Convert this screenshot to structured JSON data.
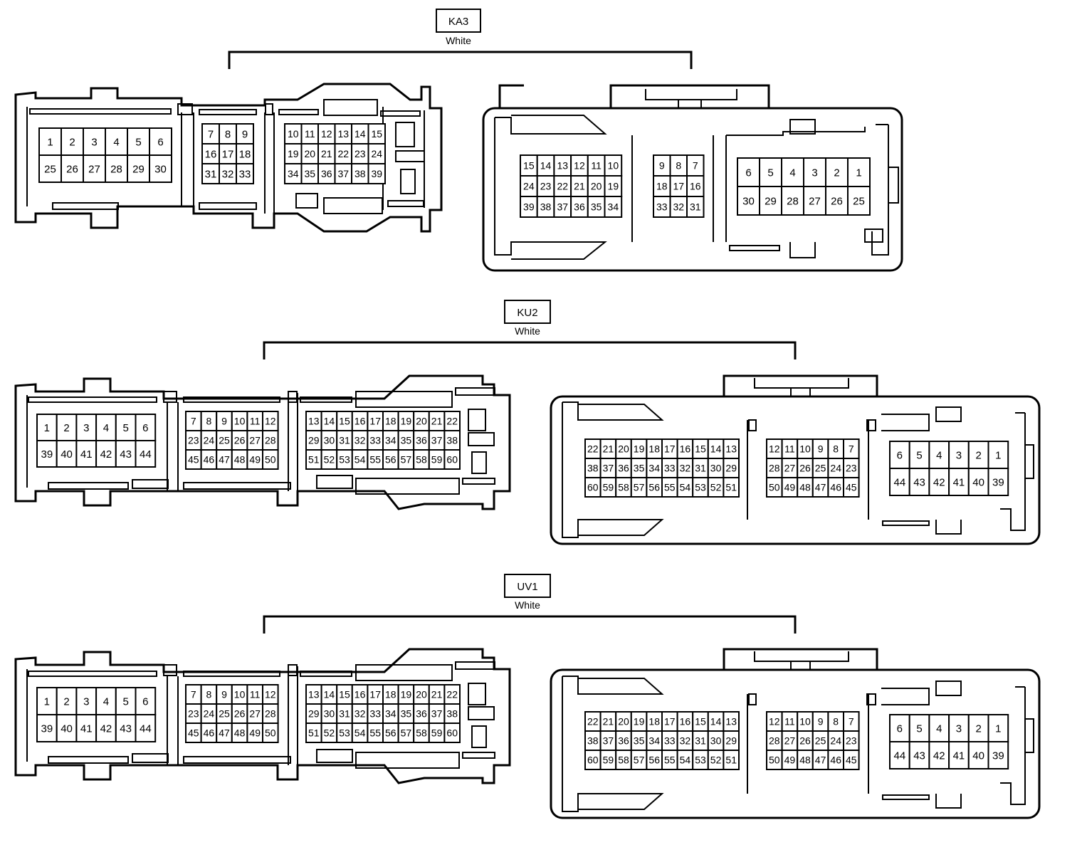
{
  "connectors": [
    {
      "name": "KA3",
      "color": "White",
      "left": {
        "blocks": [
          {
            "rows": [
              [
                "1",
                "2",
                "3",
                "4",
                "5",
                "6"
              ],
              [
                "25",
                "26",
                "27",
                "28",
                "29",
                "30"
              ]
            ]
          },
          {
            "rows": [
              [
                "7",
                "8",
                "9"
              ],
              [
                "16",
                "17",
                "18"
              ],
              [
                "31",
                "32",
                "33"
              ]
            ]
          },
          {
            "rows": [
              [
                "10",
                "11",
                "12",
                "13",
                "14",
                "15"
              ],
              [
                "19",
                "20",
                "21",
                "22",
                "23",
                "24"
              ],
              [
                "34",
                "35",
                "36",
                "37",
                "38",
                "39"
              ]
            ]
          }
        ]
      },
      "right": {
        "blocks": [
          {
            "rows": [
              [
                "15",
                "14",
                "13",
                "12",
                "11",
                "10"
              ],
              [
                "24",
                "23",
                "22",
                "21",
                "20",
                "19"
              ],
              [
                "39",
                "38",
                "37",
                "36",
                "35",
                "34"
              ]
            ]
          },
          {
            "rows": [
              [
                "9",
                "8",
                "7"
              ],
              [
                "18",
                "17",
                "16"
              ],
              [
                "33",
                "32",
                "31"
              ]
            ]
          },
          {
            "rows": [
              [
                "6",
                "5",
                "4",
                "3",
                "2",
                "1"
              ],
              [
                "30",
                "29",
                "28",
                "27",
                "26",
                "25"
              ]
            ]
          }
        ]
      }
    },
    {
      "name": "KU2",
      "color": "White",
      "left": {
        "blocks": [
          {
            "rows": [
              [
                "1",
                "2",
                "3",
                "4",
                "5",
                "6"
              ],
              [
                "39",
                "40",
                "41",
                "42",
                "43",
                "44"
              ]
            ]
          },
          {
            "rows": [
              [
                "7",
                "8",
                "9",
                "10",
                "11",
                "12"
              ],
              [
                "23",
                "24",
                "25",
                "26",
                "27",
                "28"
              ],
              [
                "45",
                "46",
                "47",
                "48",
                "49",
                "50"
              ]
            ]
          },
          {
            "rows": [
              [
                "13",
                "14",
                "15",
                "16",
                "17",
                "18",
                "19",
                "20",
                "21",
                "22"
              ],
              [
                "29",
                "30",
                "31",
                "32",
                "33",
                "34",
                "35",
                "36",
                "37",
                "38"
              ],
              [
                "51",
                "52",
                "53",
                "54",
                "55",
                "56",
                "57",
                "58",
                "59",
                "60"
              ]
            ]
          }
        ]
      },
      "right": {
        "blocks": [
          {
            "rows": [
              [
                "22",
                "21",
                "20",
                "19",
                "18",
                "17",
                "16",
                "15",
                "14",
                "13"
              ],
              [
                "38",
                "37",
                "36",
                "35",
                "34",
                "33",
                "32",
                "31",
                "30",
                "29"
              ],
              [
                "60",
                "59",
                "58",
                "57",
                "56",
                "55",
                "54",
                "53",
                "52",
                "51"
              ]
            ]
          },
          {
            "rows": [
              [
                "12",
                "11",
                "10",
                "9",
                "8",
                "7"
              ],
              [
                "28",
                "27",
                "26",
                "25",
                "24",
                "23"
              ],
              [
                "50",
                "49",
                "48",
                "47",
                "46",
                "45"
              ]
            ]
          },
          {
            "rows": [
              [
                "6",
                "5",
                "4",
                "3",
                "2",
                "1"
              ],
              [
                "44",
                "43",
                "42",
                "41",
                "40",
                "39"
              ]
            ]
          }
        ]
      }
    },
    {
      "name": "UV1",
      "color": "White",
      "left": {
        "blocks": [
          {
            "rows": [
              [
                "1",
                "2",
                "3",
                "4",
                "5",
                "6"
              ],
              [
                "39",
                "40",
                "41",
                "42",
                "43",
                "44"
              ]
            ]
          },
          {
            "rows": [
              [
                "7",
                "8",
                "9",
                "10",
                "11",
                "12"
              ],
              [
                "23",
                "24",
                "25",
                "26",
                "27",
                "28"
              ],
              [
                "45",
                "46",
                "47",
                "48",
                "49",
                "50"
              ]
            ]
          },
          {
            "rows": [
              [
                "13",
                "14",
                "15",
                "16",
                "17",
                "18",
                "19",
                "20",
                "21",
                "22"
              ],
              [
                "29",
                "30",
                "31",
                "32",
                "33",
                "34",
                "35",
                "36",
                "37",
                "38"
              ],
              [
                "51",
                "52",
                "53",
                "54",
                "55",
                "56",
                "57",
                "58",
                "59",
                "60"
              ]
            ]
          }
        ]
      },
      "right": {
        "blocks": [
          {
            "rows": [
              [
                "22",
                "21",
                "20",
                "19",
                "18",
                "17",
                "16",
                "15",
                "14",
                "13"
              ],
              [
                "38",
                "37",
                "36",
                "35",
                "34",
                "33",
                "32",
                "31",
                "30",
                "29"
              ],
              [
                "60",
                "59",
                "58",
                "57",
                "56",
                "55",
                "54",
                "53",
                "52",
                "51"
              ]
            ]
          },
          {
            "rows": [
              [
                "12",
                "11",
                "10",
                "9",
                "8",
                "7"
              ],
              [
                "28",
                "27",
                "26",
                "25",
                "24",
                "23"
              ],
              [
                "50",
                "49",
                "48",
                "47",
                "46",
                "45"
              ]
            ]
          },
          {
            "rows": [
              [
                "6",
                "5",
                "4",
                "3",
                "2",
                "1"
              ],
              [
                "44",
                "43",
                "42",
                "41",
                "40",
                "39"
              ]
            ]
          }
        ]
      }
    }
  ]
}
